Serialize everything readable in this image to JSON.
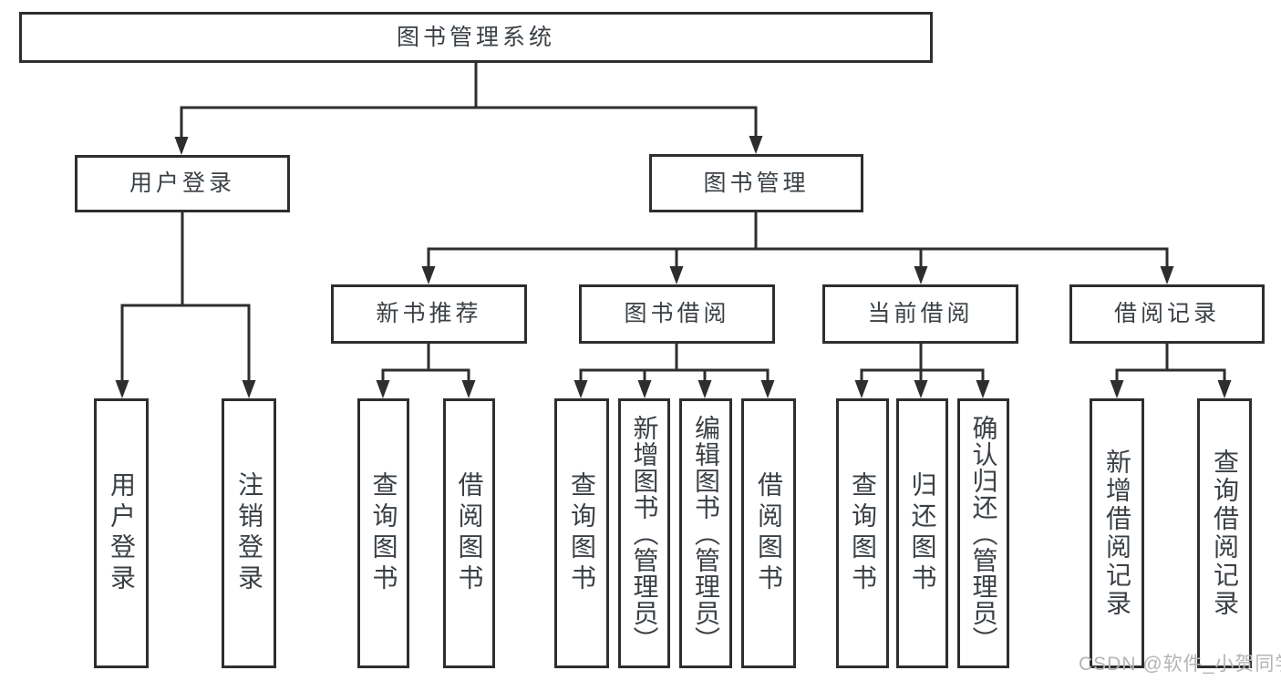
{
  "colors": {
    "line": "#2e2e2e",
    "text": "#3b4045",
    "bg": "#ffffff",
    "watermark": "#b5b5b5"
  },
  "root": {
    "label": "图书管理系统"
  },
  "branches": [
    {
      "label": "用户登录"
    },
    {
      "label": "图书管理"
    }
  ],
  "modules": [
    {
      "label": "新书推荐"
    },
    {
      "label": "图书借阅"
    },
    {
      "label": "当前借阅"
    },
    {
      "label": "借阅记录"
    }
  ],
  "leaves": {
    "user_login": [
      {
        "label": "用户登录"
      },
      {
        "label": "注销登录"
      }
    ],
    "new_book": [
      {
        "label": "查询图书"
      },
      {
        "label": "借阅图书"
      }
    ],
    "book_borrow": [
      {
        "label": "查询图书"
      },
      {
        "label": "新增图书（管理员）"
      },
      {
        "label": "编辑图书（管理员）"
      },
      {
        "label": "借阅图书"
      }
    ],
    "current_borrow": [
      {
        "label": "查询图书"
      },
      {
        "label": "归还图书"
      },
      {
        "label": "确认归还（管理员）"
      }
    ],
    "borrow_records": [
      {
        "label": "新增借阅记录"
      },
      {
        "label": "查询借阅记录"
      }
    ]
  },
  "watermark": {
    "text": "CSDN @软件_小贺同学"
  }
}
